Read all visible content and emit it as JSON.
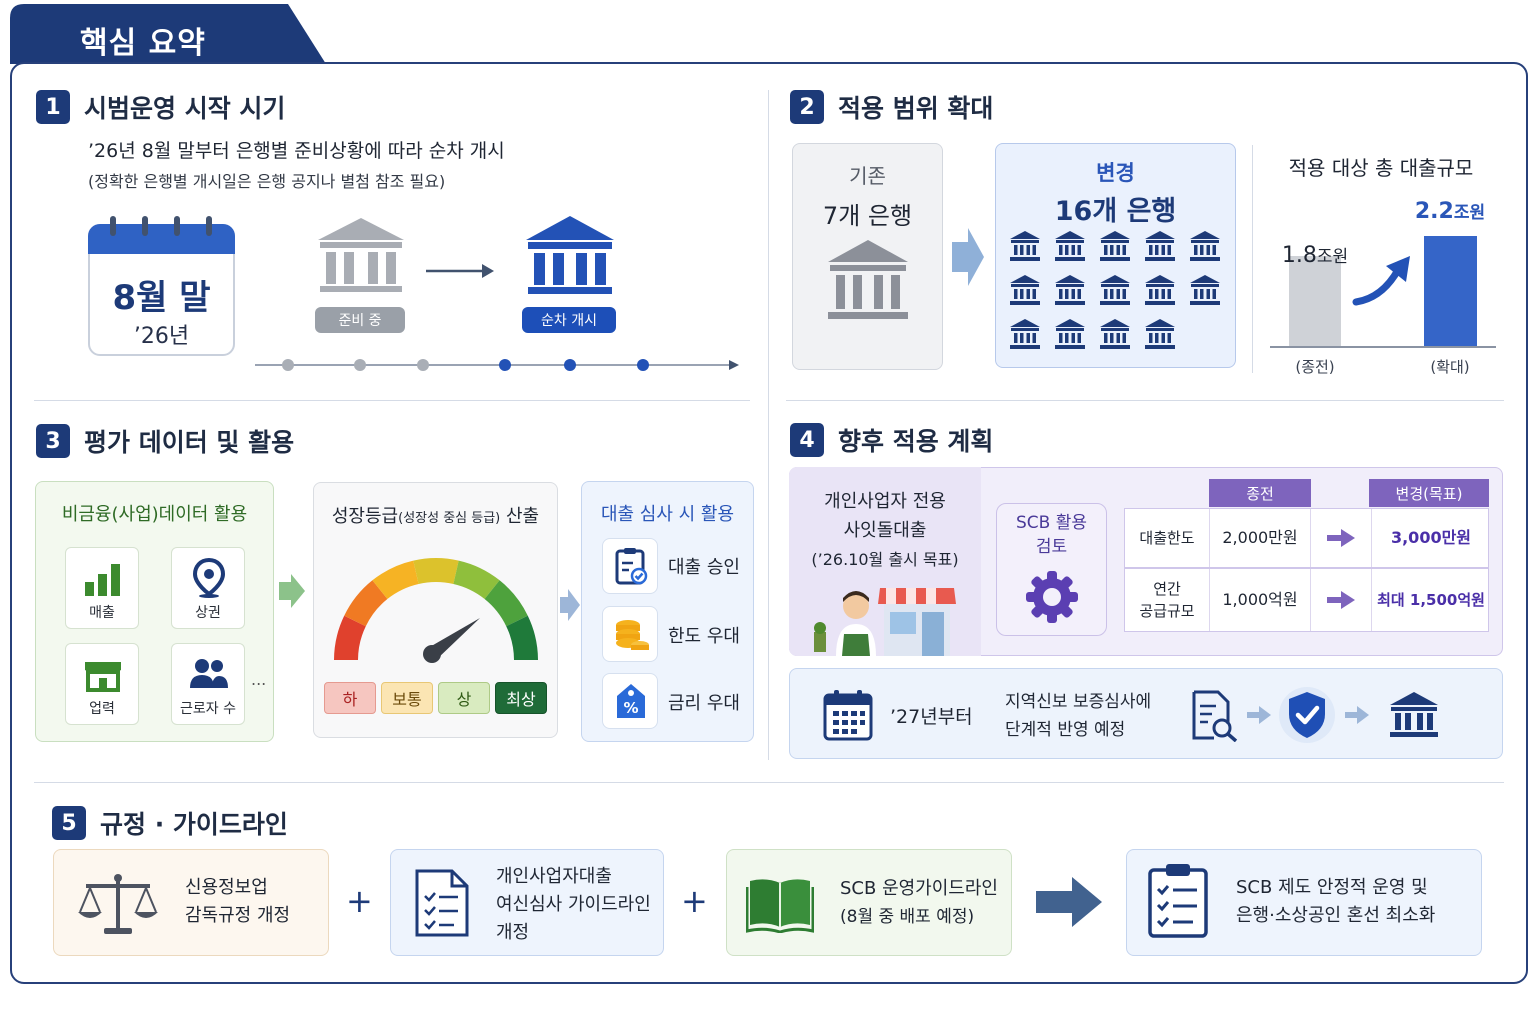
{
  "header": {
    "title": "핵심 요약"
  },
  "section1": {
    "number": "1",
    "title": "시범운영 시작 시기",
    "main_text": "’26년 8월 말부터 은행별 준비상황에 따라 순차 개시",
    "sub_text": "(정확한 은행별 개시일은 은행 공지나 별첨 참조 필요)",
    "calendar_day": "8월 말",
    "calendar_year": "’26년",
    "status_preparing": "준비 중",
    "status_started": "순차 개시"
  },
  "section2": {
    "number": "2",
    "title": "적용 범위 확대",
    "before_label": "기존",
    "before_value": "7개 은행",
    "after_label": "변경",
    "after_value": "16개 은행",
    "bank_icon_count": 14,
    "chart_data": {
      "type": "bar",
      "title": "적용 대상 총 대출규모",
      "categories": [
        "(종전)",
        "(확대)"
      ],
      "values": [
        1.8,
        2.2
      ],
      "value_labels": [
        "1.8",
        "2.2"
      ],
      "unit": "조원",
      "ylim": [
        0,
        2.6
      ],
      "colors": [
        "#cfd2d7",
        "#3565c8"
      ]
    }
  },
  "section3": {
    "number": "3",
    "title": "평가 데이터 및 활용",
    "data_card_title": "비금융(사업)데이터 활용",
    "data_items": [
      "매출",
      "상권",
      "업력",
      "근로자 수"
    ],
    "data_more": "...",
    "gauge_title": "성장등급",
    "gauge_title_note": "(성장성 중심 등급)",
    "gauge_title_suffix": "산출",
    "grades": [
      "하",
      "보통",
      "상",
      "최상"
    ],
    "loan_title": "대출 심사 시 활용",
    "loan_uses": [
      "대출 승인",
      "한도 우대",
      "금리 우대"
    ]
  },
  "section4": {
    "number": "4",
    "title": "향후 적용 계획",
    "product_line1": "개인사업자 전용",
    "product_line2": "사잇돌대출",
    "product_line3": "(’26.10월 출시 목표)",
    "scb_line1": "SCB 활용",
    "scb_line2": "검토",
    "table_header_old": "종전",
    "table_header_new": "변경(목표)",
    "rows": [
      {
        "label": "대출한도",
        "label2": "",
        "old": "2,000만원",
        "new": "3,000만원"
      },
      {
        "label": "연간",
        "label2": "공급규모",
        "old": "1,000억원",
        "new": "최대 1,500억원"
      }
    ],
    "future_year": "’27년부터",
    "future_line1": "지역신보 보증심사에",
    "future_line2": "단계적 반영 예정"
  },
  "section5": {
    "number": "5",
    "title": "규정 · 가이드라인",
    "card1_line1": "신용정보업",
    "card1_line2": "감독규정 개정",
    "card2_line1": "개인사업자대출",
    "card2_line2": "여신심사 가이드라인",
    "card2_line3": "개정",
    "card3_line1": "SCB 운영가이드라인",
    "card3_line2": "(8월 중 배포 예정)",
    "card4_line1": "SCB 제도 안정적 운영 및",
    "card4_line2": "은행·소상공인 혼선 최소화",
    "plus": "+"
  },
  "colors": {
    "navy": "#1d3a78",
    "accent_blue": "#3565c8",
    "green": "#2f6b26",
    "purple": "#7e64bd"
  }
}
